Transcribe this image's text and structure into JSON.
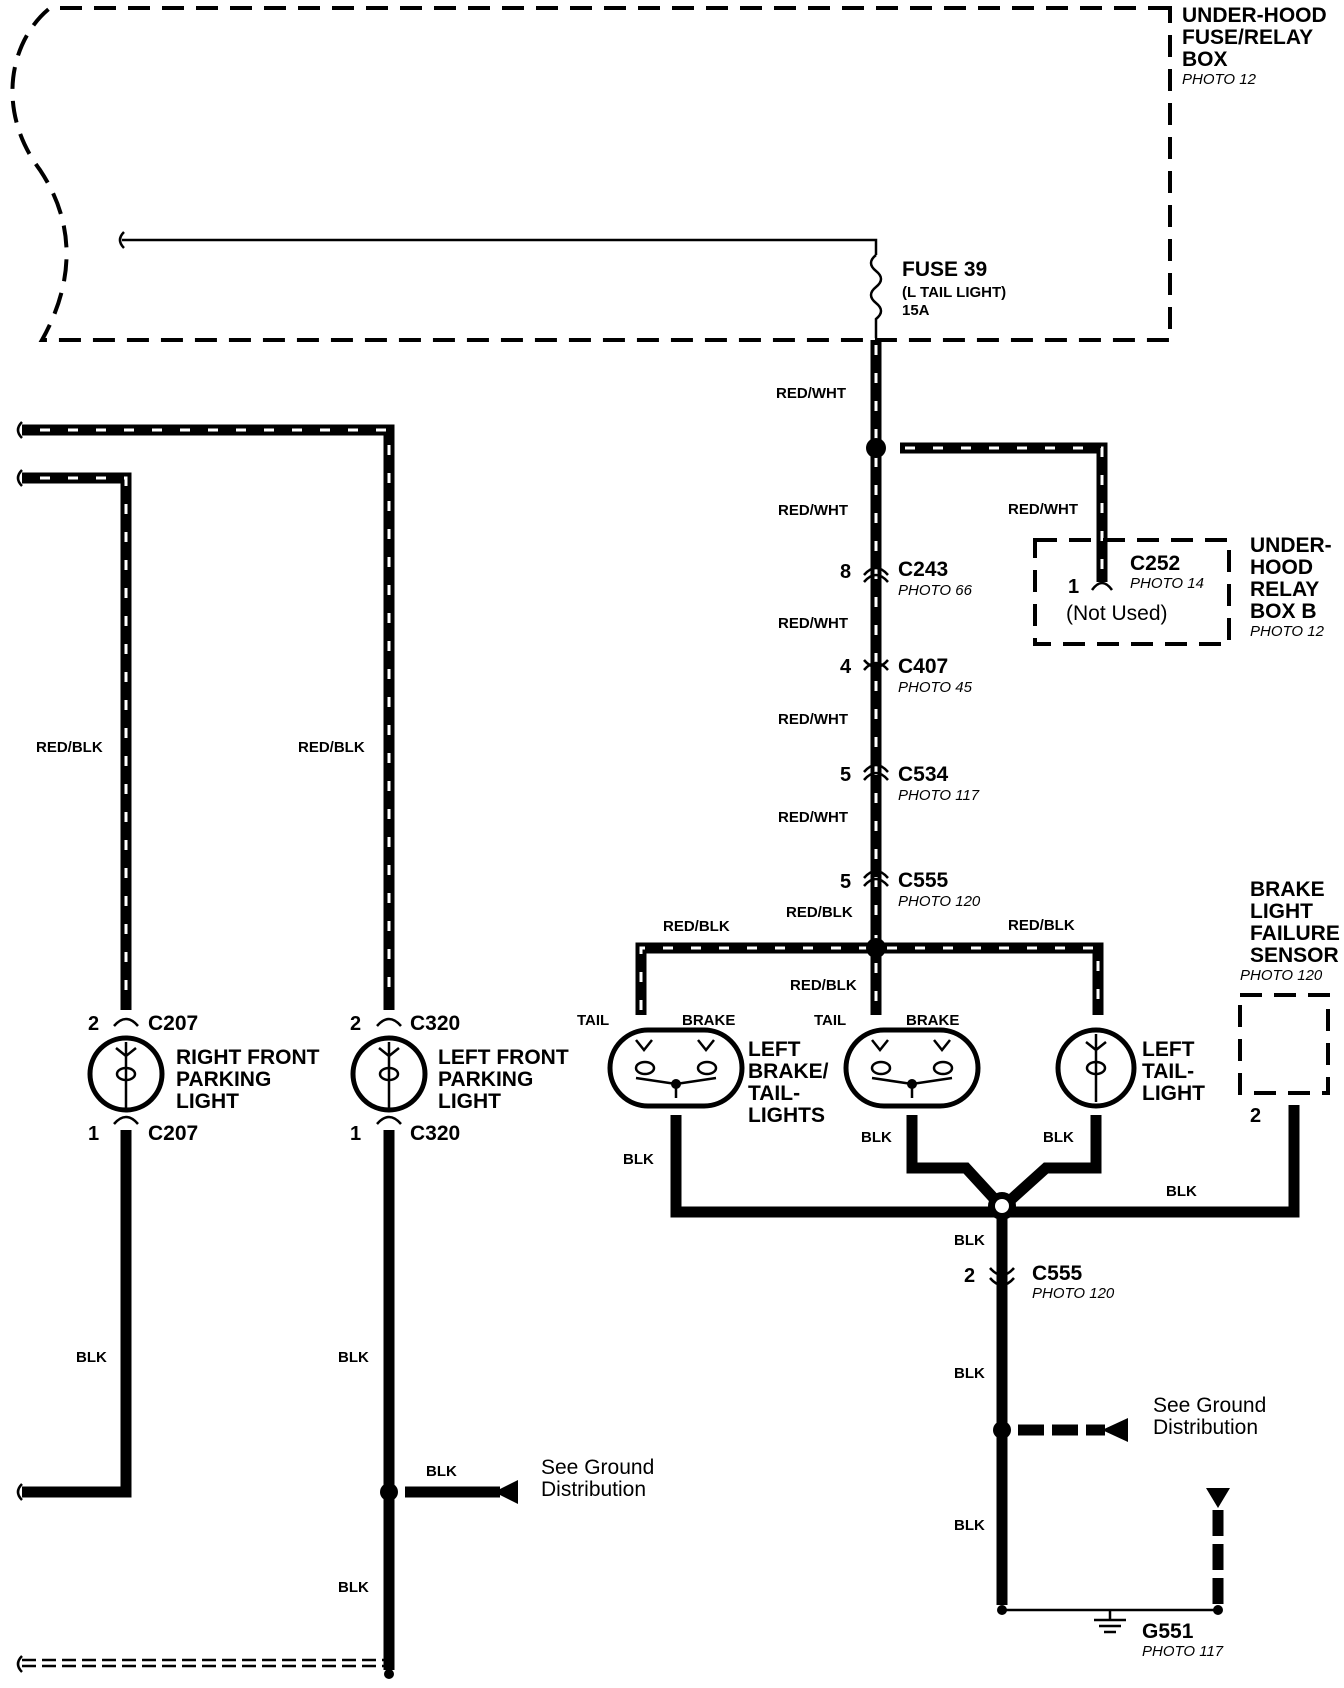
{
  "under_hood_fuse_box": {
    "title_lines": [
      "UNDER-HOOD",
      "FUSE/RELAY",
      "BOX"
    ],
    "photo": "PHOTO 12"
  },
  "fuse": {
    "name": "FUSE 39",
    "function": "(L TAIL LIGHT)",
    "rating": "15A"
  },
  "relay_box_b": {
    "title_lines": [
      "UNDER-",
      "HOOD",
      "RELAY",
      "BOX B"
    ],
    "photo": "PHOTO 12",
    "connector": "C252",
    "connector_photo": "PHOTO 14",
    "pin": "1",
    "note": "(Not Used)"
  },
  "connectors": [
    {
      "pin": "8",
      "name": "C243",
      "photo": "PHOTO 66"
    },
    {
      "pin": "4",
      "name": "C407",
      "photo": "PHOTO 45"
    },
    {
      "pin": "5",
      "name": "C534",
      "photo": "PHOTO 117"
    },
    {
      "pin": "5",
      "name": "C555",
      "photo": "PHOTO 120"
    }
  ],
  "ground_connector": {
    "pin": "2",
    "name": "C555",
    "photo": "PHOTO 120"
  },
  "wire_colors": {
    "red_wht": "RED/WHT",
    "red_blk": "RED/BLK",
    "blk": "BLK"
  },
  "right_front_parking_light": {
    "label_lines": [
      "RIGHT FRONT",
      "PARKING",
      "LIGHT"
    ],
    "top_pin": "2",
    "top_connector": "C207",
    "bottom_pin": "1",
    "bottom_connector": "C207"
  },
  "left_front_parking_light": {
    "label_lines": [
      "LEFT FRONT",
      "PARKING",
      "LIGHT"
    ],
    "top_pin": "2",
    "top_connector": "C320",
    "bottom_pin": "1",
    "bottom_connector": "C320"
  },
  "left_brake_tail_lights": {
    "label_lines": [
      "LEFT",
      "BRAKE/",
      "TAIL-",
      "LIGHTS"
    ],
    "tail": "TAIL",
    "brake": "BRAKE"
  },
  "left_tail_light": {
    "label_lines": [
      "LEFT",
      "TAIL-",
      "LIGHT"
    ]
  },
  "brake_light_failure_sensor": {
    "label_lines": [
      "BRAKE",
      "LIGHT",
      "FAILURE",
      "SENSOR"
    ],
    "photo": "PHOTO 120",
    "pin": "2"
  },
  "ground_distribution": {
    "lines": [
      "See Ground",
      "Distribution"
    ]
  },
  "ground_point": {
    "name": "G551",
    "photo": "PHOTO 117"
  }
}
